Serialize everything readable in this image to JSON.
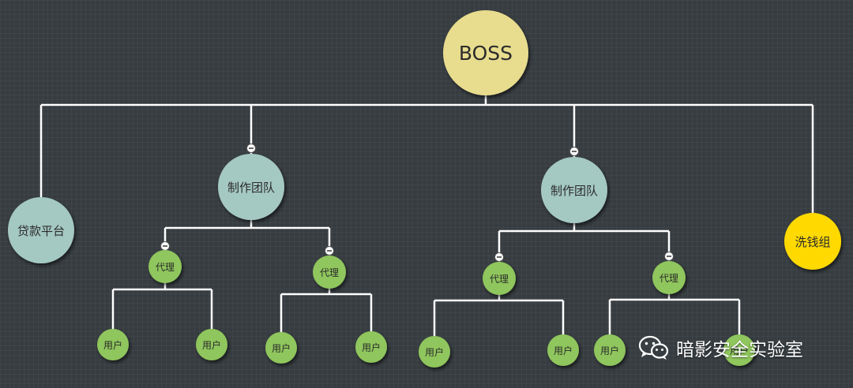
{
  "colors": {
    "line": "#ffffff",
    "root": "#e8dc8e",
    "team": "#a4c8c2",
    "agent": "#8fc65d",
    "laundering": "#ffd900",
    "toggle": "#ffffff"
  },
  "nodes": {
    "root": {
      "label": "BOSS"
    },
    "loan_platform": {
      "label": "贷款平台"
    },
    "team_left": {
      "label": "制作团队"
    },
    "team_right": {
      "label": "制作团队"
    },
    "money_laundering": {
      "label": "洗钱组"
    },
    "agent_1": {
      "label": "代理"
    },
    "agent_2": {
      "label": "代理"
    },
    "agent_3": {
      "label": "代理"
    },
    "agent_4": {
      "label": "代理"
    },
    "user_1": {
      "label": "用户"
    },
    "user_2": {
      "label": "用户"
    },
    "user_3": {
      "label": "用户"
    },
    "user_4": {
      "label": "用户"
    },
    "user_5": {
      "label": "用户"
    },
    "user_6": {
      "label": "用户"
    },
    "user_7": {
      "label": "用户"
    },
    "user_8": {
      "label": "用户"
    }
  },
  "watermark": {
    "text": "暗影安全实验室",
    "icon": "wechat-icon"
  }
}
